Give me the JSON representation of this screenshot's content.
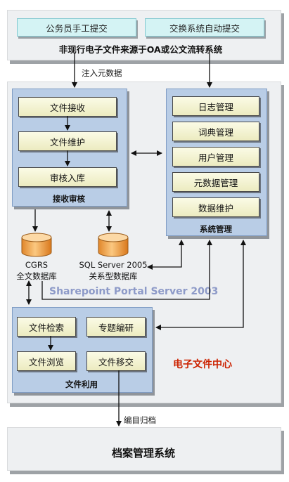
{
  "top": {
    "box_left": "公务员手工提交",
    "box_right": "交换系统自动提交",
    "caption": "非现行电子文件来源于OA或公文流转系统"
  },
  "arrow_label_inject": "注入元数据",
  "receive_group": {
    "items": [
      "文件接收",
      "文件维护",
      "审核入库"
    ],
    "title": "接收审核"
  },
  "system_group": {
    "items": [
      "日志管理",
      "词典管理",
      "用户管理",
      "元数据管理",
      "数据维护"
    ],
    "title": "系统管理"
  },
  "databases": {
    "cgrs": {
      "line1": "CGRS",
      "line2": "全文数据库"
    },
    "sql": {
      "line1": "SQL Server 2005",
      "line2": "关系型数据库"
    }
  },
  "platform_label": "Sharepoint Portal Server 2003",
  "use_group": {
    "items": [
      "文件检索",
      "专题编研",
      "文件浏览",
      "文件移交"
    ],
    "title": "文件利用"
  },
  "center_label": "电子文件中心",
  "arrow_label_catalog": "编目归档",
  "archive_label": "档案管理系统",
  "colors": {
    "center_label": "#cc2200",
    "platform_label": "#8d9ac8",
    "blue_panel": "#b9cde6",
    "module_fill": "#f3f2d2",
    "db_fill": "#f5a94a"
  }
}
